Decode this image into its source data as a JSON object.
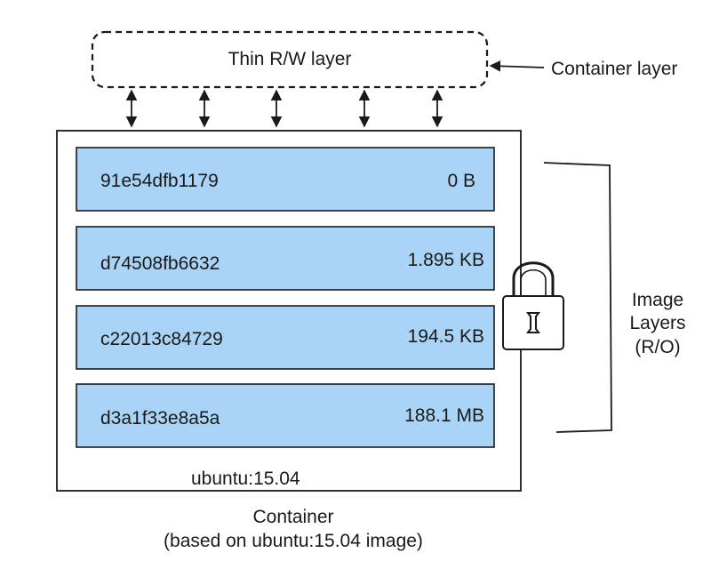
{
  "container_layer": {
    "rw_label": "Thin R/W layer",
    "pointer_label": "Container layer"
  },
  "image": {
    "tag": "ubuntu:15.04",
    "layers": [
      {
        "id": "91e54dfb1179",
        "size": "0 B"
      },
      {
        "id": "d74508fb6632",
        "size": "1.895 KB"
      },
      {
        "id": "c22013c84729",
        "size": "194.5 KB"
      },
      {
        "id": "d3a1f33e8a5a",
        "size": "188.1 MB"
      }
    ]
  },
  "image_layers_label": [
    "Image",
    "Layers",
    "(R/O)"
  ],
  "caption": [
    "Container",
    "(based on ubuntu:15.04 image)"
  ],
  "colors": {
    "layer_fill": "#a9d4f7",
    "stroke": "#1a1a1a"
  },
  "icons": [
    "padlock-icon",
    "double-arrow-icon",
    "arrow-left-icon",
    "bracket-icon"
  ]
}
